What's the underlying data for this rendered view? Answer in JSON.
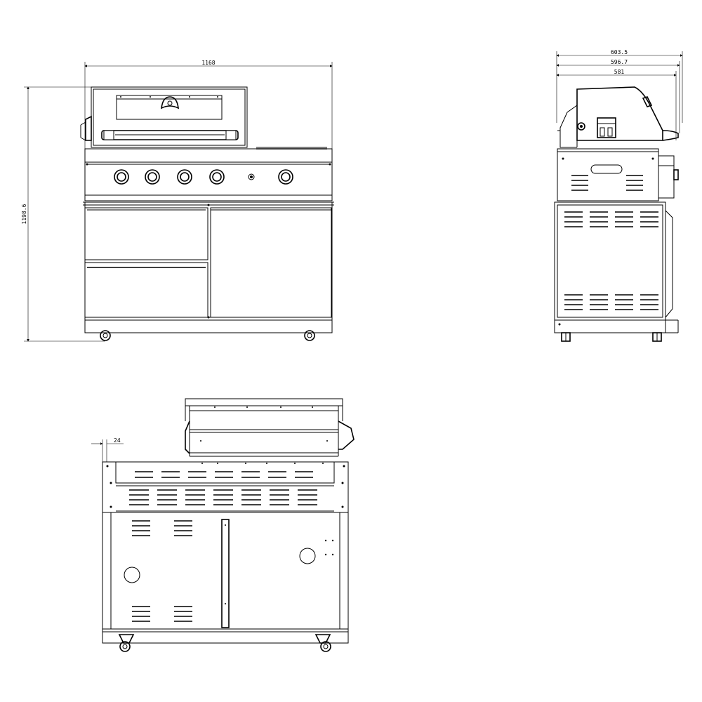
{
  "dimensions": {
    "front_width": "1168",
    "front_height": "1198.6",
    "side_depth_outer": "603.5",
    "side_depth_mid": "596.7",
    "side_depth_inner": "581",
    "rear_offset": "24"
  }
}
